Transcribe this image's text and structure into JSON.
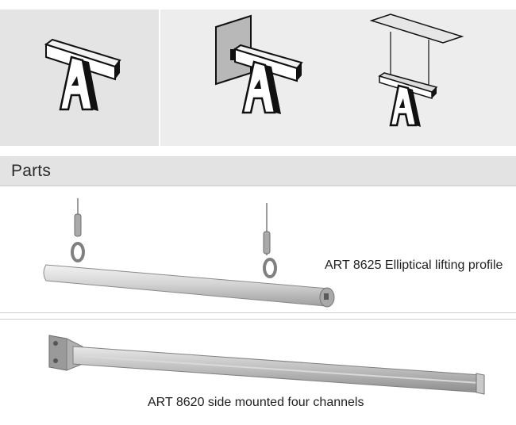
{
  "mounting_options": [
    {
      "name": "rail-on-a-frame-diagram"
    },
    {
      "name": "wall-mounted-rail-diagram"
    },
    {
      "name": "ceiling-suspended-rail-diagram"
    }
  ],
  "parts": {
    "title": "Parts",
    "items": [
      {
        "caption": "ART 8625 Elliptical lifting profile"
      },
      {
        "caption": "ART 8620 side mounted four channels"
      }
    ]
  }
}
